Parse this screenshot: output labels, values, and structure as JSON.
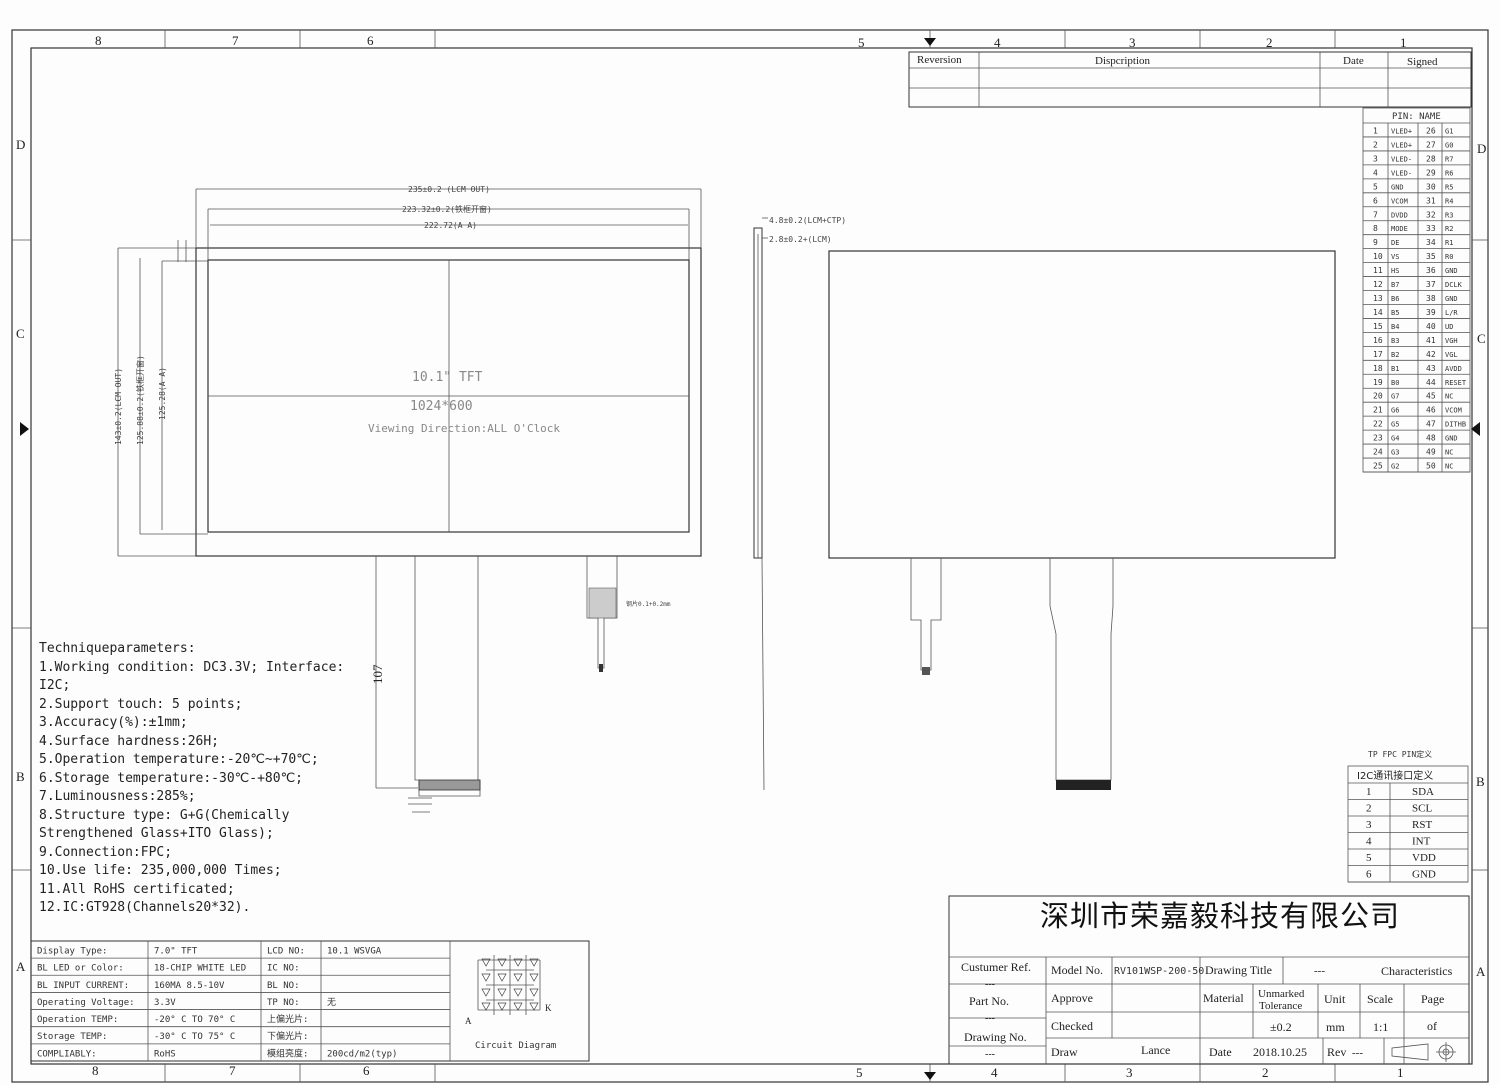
{
  "border": {
    "top_zones": [
      "8",
      "7",
      "6",
      "5",
      "4",
      "3",
      "2",
      "1"
    ],
    "bottom_zones": [
      "8",
      "7",
      "6",
      "5",
      "4",
      "3",
      "2",
      "1"
    ],
    "left_zones": [
      "D",
      "C",
      "B",
      "A"
    ],
    "right_zones": [
      "D",
      "C",
      "B",
      "A"
    ]
  },
  "revision_table": {
    "headers": [
      "Reversion",
      "Dispcription",
      "Date",
      "Signed"
    ]
  },
  "pin_table": {
    "header": "PIN: NAME",
    "rows": [
      [
        "1",
        "VLED+",
        "26",
        "G1"
      ],
      [
        "2",
        "VLED+",
        "27",
        "G0"
      ],
      [
        "3",
        "VLED-",
        "28",
        "R7"
      ],
      [
        "4",
        "VLED-",
        "29",
        "R6"
      ],
      [
        "5",
        "GND",
        "30",
        "R5"
      ],
      [
        "6",
        "VCOM",
        "31",
        "R4"
      ],
      [
        "7",
        "DVDD",
        "32",
        "R3"
      ],
      [
        "8",
        "MODE",
        "33",
        "R2"
      ],
      [
        "9",
        "DE",
        "34",
        "R1"
      ],
      [
        "10",
        "VS",
        "35",
        "R0"
      ],
      [
        "11",
        "HS",
        "36",
        "GND"
      ],
      [
        "12",
        "B7",
        "37",
        "DCLK"
      ],
      [
        "13",
        "B6",
        "38",
        "GND"
      ],
      [
        "14",
        "B5",
        "39",
        "L/R"
      ],
      [
        "15",
        "B4",
        "40",
        "UD"
      ],
      [
        "16",
        "B3",
        "41",
        "VGH"
      ],
      [
        "17",
        "B2",
        "42",
        "VGL"
      ],
      [
        "18",
        "B1",
        "43",
        "AVDD"
      ],
      [
        "19",
        "B0",
        "44",
        "RESET"
      ],
      [
        "20",
        "G7",
        "45",
        "NC"
      ],
      [
        "21",
        "G6",
        "46",
        "VCOM"
      ],
      [
        "22",
        "G5",
        "47",
        "DITHB"
      ],
      [
        "23",
        "G4",
        "48",
        "GND"
      ],
      [
        "24",
        "G3",
        "49",
        "NC"
      ],
      [
        "25",
        "G2",
        "50",
        "NC"
      ]
    ]
  },
  "front_view": {
    "dim_outer": "235±0.2 (LCM OUT)",
    "dim_bezel": "223.32±0.2(铁框开窗)",
    "dim_aa": "222.72(A A)",
    "dim_h_outer": "143±0.2(LCM OUT)",
    "dim_h_bezel": "125.88±0.2(铁框开窗)",
    "dim_h_aa": "125.28(A A)",
    "center_size": "10.1\" TFT",
    "center_res": "1024*600",
    "center_view": "Viewing Direction:ALL O'Clock",
    "fpc_len": "107",
    "fpc_note": "钢片0.1+0.2mm"
  },
  "side_view": {
    "dim_total": "4.8±0.2(LCM+CTP)",
    "dim_lcm": "2.8±0.2+(LCM)"
  },
  "tech": {
    "title": "Techniqueparameters:",
    "lines": [
      "1.Working condition: DC3.3V; Interface: I2C;",
      "2.Support touch: 5 points;",
      "3.Accuracy(%):±1mm;",
      "4.Surface hardness:26H;",
      "5.Operation temperature:-20℃~+70℃;",
      "6.Storage temperature:-30℃-+80℃;",
      "7.Luminousness:285%;",
      "8.Structure type: G+G(Chemically Strengthened Glass+ITO Glass);",
      "9.Connection:FPC;",
      "10.Use life: 235,000,000 Times;",
      "11.All RoHS certificated;",
      "12.IC:GT928(Channels20*32)."
    ]
  },
  "tp_table": {
    "caption": "TP FPC PIN定义",
    "header": "I2C通讯接口定义",
    "rows": [
      [
        "1",
        "SDA"
      ],
      [
        "2",
        "SCL"
      ],
      [
        "3",
        "RST"
      ],
      [
        "4",
        "INT"
      ],
      [
        "5",
        "VDD"
      ],
      [
        "6",
        "GND"
      ]
    ]
  },
  "spec_table": {
    "rows": [
      [
        "Display Type:",
        "7.0\" TFT",
        "LCD NO:",
        "10.1 WSVGA"
      ],
      [
        "BL LED or Color:",
        "18-CHIP WHITE LED",
        "IC NO:",
        ""
      ],
      [
        "BL INPUT CURRENT:",
        "160MA 8.5-10V",
        "BL NO:",
        ""
      ],
      [
        "Operating Voltage:",
        "3.3V",
        "TP NO:",
        "无"
      ],
      [
        "Operation TEMP:",
        "-20° C TO 70° C",
        "上偏光片:",
        ""
      ],
      [
        "Storage TEMP:",
        "-30° C TO 75° C",
        "下偏光片:",
        ""
      ],
      [
        "COMPLIABLY:",
        "RoHS",
        "模组亮度:",
        "200cd/m2(typ)"
      ]
    ],
    "circuit_label": "Circuit Diagram",
    "anode": "A",
    "cathode": "K"
  },
  "title_block": {
    "company": "深圳市荣嘉毅科技有限公司",
    "customer_ref_label": "Custumer Ref.",
    "customer_ref_value": "---",
    "part_no_label": "Part No.",
    "part_no_value": "---",
    "drawing_no_label": "Drawing No.",
    "drawing_no_value": "---",
    "model_label": "Model No.",
    "model_value": "RV101WSP-200-50",
    "drawing_title_label": "Drawing Title",
    "drawing_title_value": "---",
    "characteristics_label": "Characteristics",
    "approve_label": "Approve",
    "checked_label": "Checked",
    "draw_label": "Draw",
    "draw_value": "Lance",
    "material_label": "Material",
    "tolerance_label_1": "Unmarked",
    "tolerance_label_2": "Tolerance",
    "tolerance_value": "±0.2",
    "unit_label": "Unit",
    "unit_value": "mm",
    "scale_label": "Scale",
    "scale_value": "1:1",
    "page_label": "Page",
    "page_value": "of",
    "date_label": "Date",
    "date_value": "2018.10.25",
    "rev_label": "Rev",
    "rev_value": "---"
  }
}
